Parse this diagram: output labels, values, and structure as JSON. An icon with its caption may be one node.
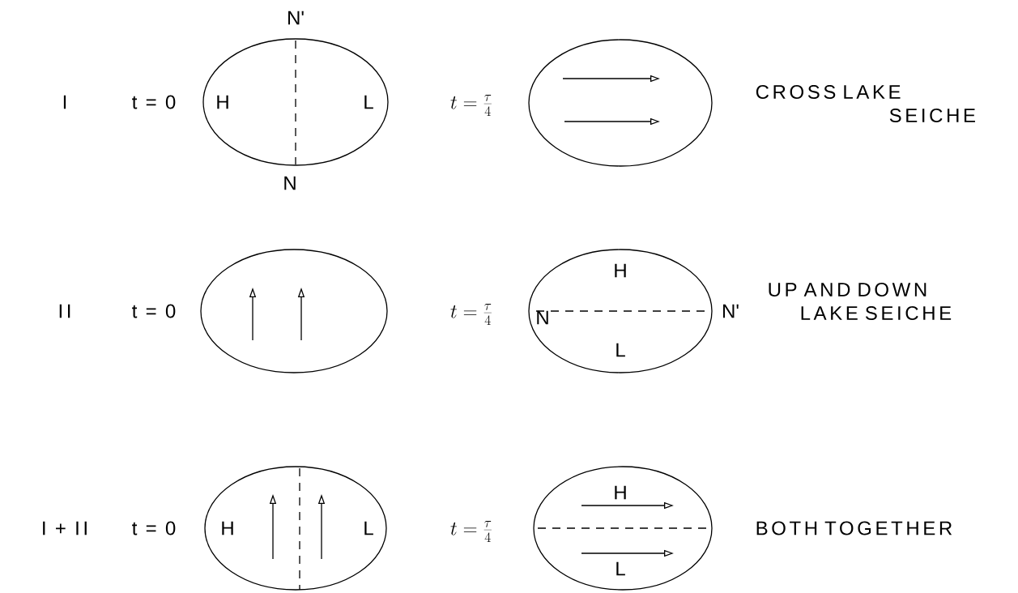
{
  "diagram": {
    "nodes": [
      {
        "text": [
          "N'",
          "H",
          "L",
          "N"
        ]
      },
      {
        "text": [],
        "shape": "ellipse"
      },
      {
        "text": [],
        "shape": "ellipse"
      },
      {
        "text": [
          "H",
          "N",
          "N'",
          "L"
        ]
      },
      {
        "text": [
          "H",
          "L"
        ]
      },
      {
        "text": [
          "H",
          "L"
        ]
      }
    ],
    "labels": [
      "I",
      "t = 0",
      "t = \\frac{\\tau}{4}",
      "CROSS LAKE SEICHE",
      "II",
      "t = 0",
      "t = \\frac{\\tau}{4}",
      "UP AND DOWN LAKE SEICHE",
      "I + II",
      "t = 0",
      "t = \\frac{\\tau}{4}",
      "BOTH TOGETHER"
    ]
  }
}
